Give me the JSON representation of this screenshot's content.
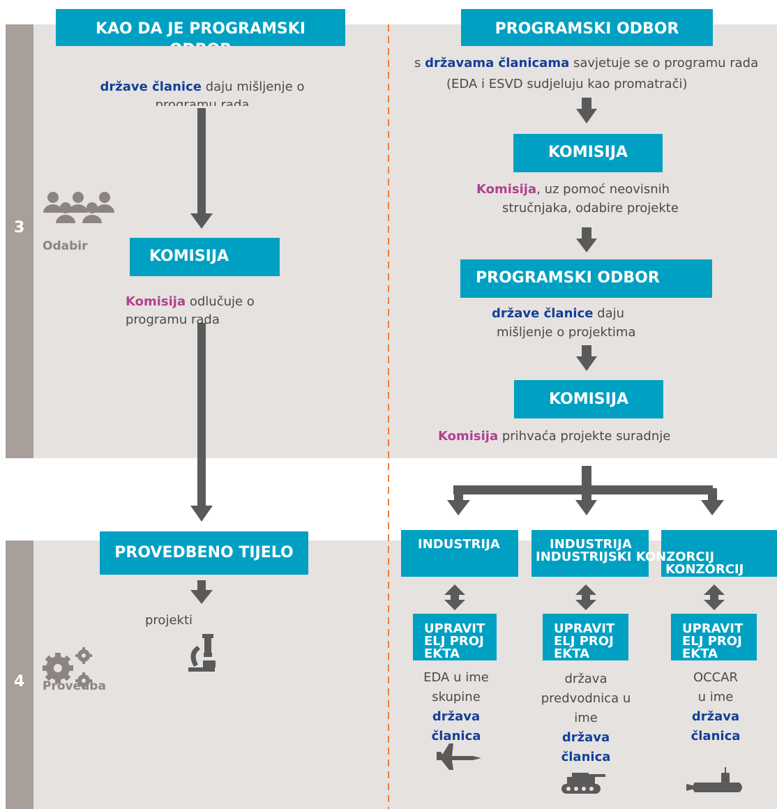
{
  "step3": {
    "number": "3",
    "label": "Odabir"
  },
  "step4": {
    "number": "4",
    "label": "Provedba"
  },
  "left": {
    "header": "KAO DA JE PROGRAMSKI ODBOR",
    "opinion": {
      "bold": "države članice",
      "rest": " daju mišljenje o programu rada"
    },
    "commission_box": "KOMISIJA",
    "decision": {
      "bold": "Komisija",
      "rest": " odlučuje o programu rada"
    },
    "implementing_body": "PROVEDBENO TIJELO",
    "projects": "projekti"
  },
  "right": {
    "header": "PROGRAMSKI ODBOR",
    "consult": {
      "prefix": "s ",
      "bold": "državama članicama",
      "rest": " savjetuje se o programu rada",
      "line2": "(EDA i ESVD sudjeluju kao promatrači)"
    },
    "commission_box_1": "KOMISIJA",
    "select": {
      "bold": "Komisija",
      "rest": ", uz pomoć neovisnih",
      "line2": "stručnjaka, odabire projekte"
    },
    "committee_box": "PROGRAMSKI ODBOR",
    "opinion": {
      "bold": "države članice",
      "rest": " daju",
      "line2": "mišljenje o projektima"
    },
    "commission_box_2": "KOMISIJA",
    "accept": {
      "bold": "Komisija",
      "rest": " prihvaća projekte suradnje"
    },
    "industry": {
      "box1": "INDUSTRIJA",
      "box2_line1": "INDUSTRIJA",
      "box2_line2": "INDUSTRIJSKI KONZORCIJ",
      "box3_line1": "KONZORCIJ"
    },
    "managers": [
      {
        "box": "UPRAVITELJ PROJEKTA",
        "lines": [
          "EDA u ime",
          "skupine"
        ],
        "bold_lines": [
          "država",
          "članica"
        ]
      },
      {
        "box": "UPRAVITELJ PROJEKTA",
        "lines": [
          "država",
          "predvodnica u",
          "ime"
        ],
        "bold_lines": [
          "država",
          "članica"
        ]
      },
      {
        "box": "UPRAVITELJ PROJEKTA",
        "lines": [
          "OCCAR",
          "u ime"
        ],
        "bold_lines": [
          "država",
          "članica"
        ]
      }
    ]
  },
  "icons": [
    "people-group-icon",
    "gears-icon",
    "microscope-icon",
    "fighter-jet-icon",
    "tank-icon",
    "submarine-icon"
  ],
  "colors": {
    "band": "#e6e2df",
    "stripe": "#a89f9a",
    "box": "#00a0c2",
    "arrow": "#5a5a5a",
    "divider": "#ee7d3a",
    "member_states": "#123f99",
    "commission": "#b2408f",
    "icon": "#8c8480"
  }
}
